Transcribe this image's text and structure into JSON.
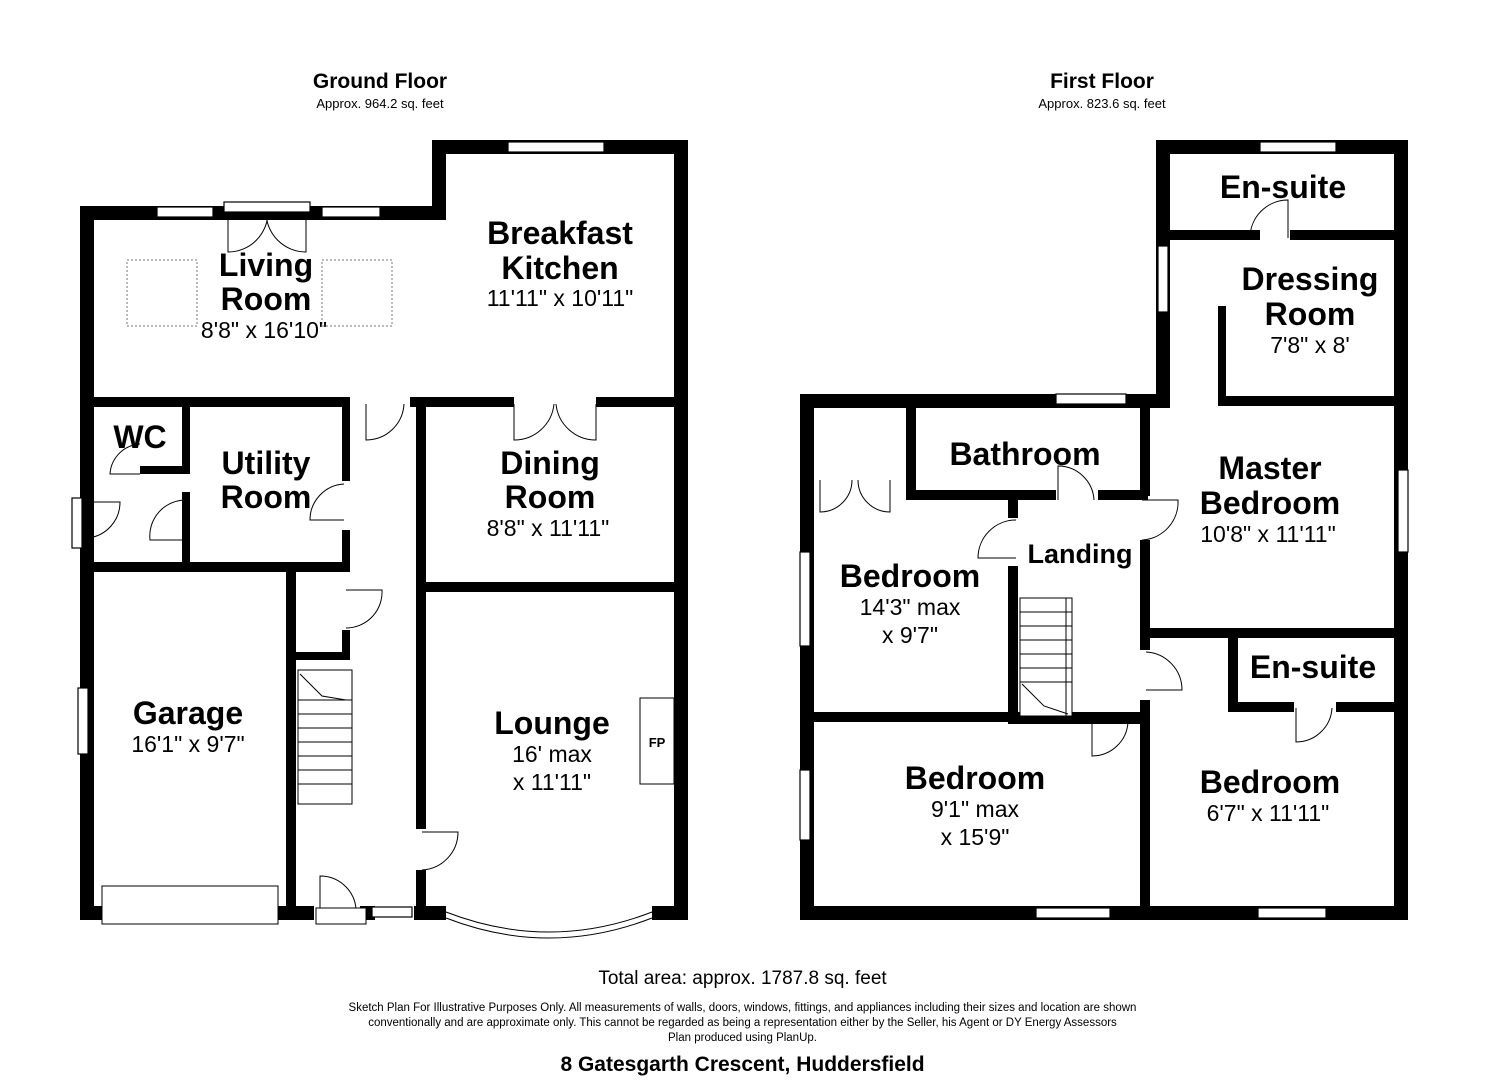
{
  "floors": [
    {
      "title": "Ground Floor",
      "area": "Approx. 964.2 sq. feet",
      "rooms": [
        {
          "name_lines": [
            "Living",
            "Room"
          ],
          "dims": [
            "8'8\" x 16'10\""
          ]
        },
        {
          "name_lines": [
            "Breakfast",
            "Kitchen"
          ],
          "dims": [
            "11'11\" x 10'11\""
          ]
        },
        {
          "name_lines": [
            "WC"
          ],
          "dims": []
        },
        {
          "name_lines": [
            "Utility",
            "Room"
          ],
          "dims": []
        },
        {
          "name_lines": [
            "Dining",
            "Room"
          ],
          "dims": [
            "8'8\" x 11'11\""
          ]
        },
        {
          "name_lines": [
            "Garage"
          ],
          "dims": [
            "16'1\" x 9'7\""
          ]
        },
        {
          "name_lines": [
            "Lounge"
          ],
          "dims": [
            "16' max",
            "x 11'11\""
          ]
        }
      ],
      "fixtures": {
        "fireplace": "FP"
      }
    },
    {
      "title": "First Floor",
      "area": "Approx. 823.6 sq. feet",
      "rooms": [
        {
          "name_lines": [
            "En-suite"
          ],
          "dims": []
        },
        {
          "name_lines": [
            "Dressing",
            "Room"
          ],
          "dims": [
            "7'8\" x 8'"
          ]
        },
        {
          "name_lines": [
            "Bathroom"
          ],
          "dims": []
        },
        {
          "name_lines": [
            "Master",
            "Bedroom"
          ],
          "dims": [
            "10'8\" x 11'11\""
          ]
        },
        {
          "name_lines": [
            "Landing"
          ],
          "dims": []
        },
        {
          "name_lines": [
            "Bedroom"
          ],
          "dims": [
            "14'3\" max",
            "x 9'7\""
          ]
        },
        {
          "name_lines": [
            "En-suite"
          ],
          "dims": []
        },
        {
          "name_lines": [
            "Bedroom"
          ],
          "dims": [
            "9'1\" max",
            "x 15'9\""
          ]
        },
        {
          "name_lines": [
            "Bedroom"
          ],
          "dims": [
            "6'7\" x 11'11\""
          ]
        }
      ]
    }
  ],
  "footer": {
    "total_area": "Total area: approx. 1787.8 sq. feet",
    "disclaimer": [
      "Sketch Plan For Illustrative Purposes Only. All measurements of walls, doors, windows, fittings, and appliances including their sizes and location are shown",
      "conventionally and are approximate only. This cannot be regarded as being a representation either by the Seller, his Agent or DY Energy Assessors",
      "Plan produced using PlanUp."
    ],
    "address": "8 Gatesgarth Crescent, Huddersfield"
  }
}
